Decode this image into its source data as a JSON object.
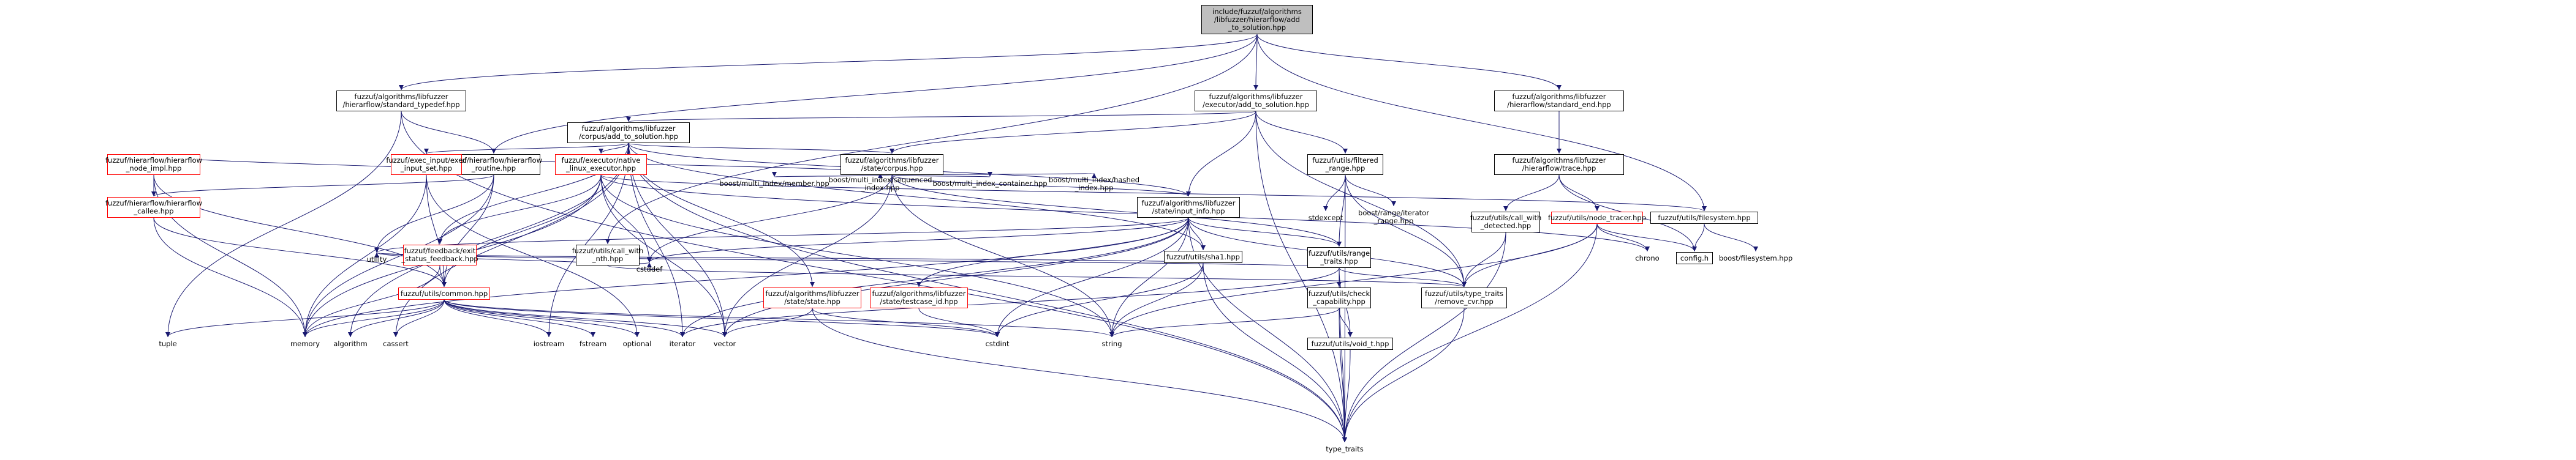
{
  "colors": {
    "edge": "#191970",
    "edge_gray": "#808080",
    "root_fill": "#bfbfbf",
    "external_border": "#ff0000"
  },
  "nodes": [
    {
      "id": "root",
      "kind": "root",
      "lines": [
        "include/fuzzuf/algorithms",
        "/libfuzzer/hierarflow/add",
        "_to_solution.hpp"
      ]
    },
    {
      "id": "std_typedef",
      "kind": "boxed",
      "lines": [
        "fuzzuf/algorithms/libfuzzer",
        "/hierarflow/standard_typedef.hpp"
      ]
    },
    {
      "id": "hf_routine",
      "kind": "boxed",
      "lines": [
        "fuzzuf/hierarflow/hierarflow",
        "_routine.hpp"
      ]
    },
    {
      "id": "exec_add",
      "kind": "boxed",
      "lines": [
        "fuzzuf/algorithms/libfuzzer",
        "/executor/add_to_solution.hpp"
      ]
    },
    {
      "id": "corpus_add",
      "kind": "boxed",
      "lines": [
        "fuzzuf/algorithms/libfuzzer",
        "/corpus/add_to_solution.hpp"
      ]
    },
    {
      "id": "std_end",
      "kind": "boxed",
      "lines": [
        "fuzzuf/algorithms/libfuzzer",
        "/hierarflow/standard_end.hpp"
      ]
    },
    {
      "id": "filesystem",
      "kind": "boxed",
      "lines": [
        "fuzzuf/utils/filesystem.hpp"
      ]
    },
    {
      "id": "state_corpus",
      "kind": "boxed",
      "lines": [
        "fuzzuf/algorithms/libfuzzer",
        "/state/corpus.hpp"
      ]
    },
    {
      "id": "filtered_range",
      "kind": "boxed",
      "lines": [
        "fuzzuf/utils/filtered",
        "_range.hpp"
      ]
    },
    {
      "id": "hf_trace",
      "kind": "boxed",
      "lines": [
        "fuzzuf/algorithms/libfuzzer",
        "/hierarflow/trace.hpp"
      ]
    },
    {
      "id": "node_impl",
      "kind": "red",
      "lines": [
        "fuzzuf/hierarflow/hierarflow",
        "_node_impl.hpp"
      ]
    },
    {
      "id": "hf_callee",
      "kind": "red",
      "lines": [
        "fuzzuf/hierarflow/hierarflow",
        "_callee.hpp"
      ]
    },
    {
      "id": "exec_input_set",
      "kind": "red",
      "lines": [
        "fuzzuf/exec_input/exec",
        "_input_set.hpp"
      ]
    },
    {
      "id": "native_exec",
      "kind": "red",
      "lines": [
        "fuzzuf/executor/native",
        "_linux_executor.hpp"
      ]
    },
    {
      "id": "bmi_member",
      "kind": "plain",
      "lines": [
        "boost/multi_index/member.hpp"
      ]
    },
    {
      "id": "bmi_sequenced",
      "kind": "plain",
      "lines": [
        "boost/multi_index/sequenced",
        "_index.hpp"
      ]
    },
    {
      "id": "bmi_container",
      "kind": "plain",
      "lines": [
        "boost/multi_index_container.hpp"
      ]
    },
    {
      "id": "bmi_hashed",
      "kind": "plain",
      "lines": [
        "boost/multi_index/hashed",
        "_index.hpp"
      ]
    },
    {
      "id": "input_info",
      "kind": "boxed",
      "lines": [
        "fuzzuf/algorithms/libfuzzer",
        "/state/input_info.hpp"
      ]
    },
    {
      "id": "stdexcept",
      "kind": "plain",
      "lines": [
        "stdexcept"
      ]
    },
    {
      "id": "iterator_range",
      "kind": "plain",
      "lines": [
        "boost/range/iterator",
        "_range.hpp"
      ]
    },
    {
      "id": "call_with_detected",
      "kind": "boxed",
      "lines": [
        "fuzzuf/utils/call_with",
        "_detected.hpp"
      ]
    },
    {
      "id": "node_tracer",
      "kind": "red",
      "lines": [
        "fuzzuf/utils/node_tracer.hpp"
      ]
    },
    {
      "id": "exit_status",
      "kind": "red",
      "lines": [
        "fuzzuf/feedback/exit",
        "_status_feedback.hpp"
      ]
    },
    {
      "id": "call_with_nth",
      "kind": "boxed",
      "lines": [
        "fuzzuf/utils/call_with",
        "_nth.hpp"
      ]
    },
    {
      "id": "sha1",
      "kind": "boxed",
      "lines": [
        "fuzzuf/utils/sha1.hpp"
      ]
    },
    {
      "id": "range_traits",
      "kind": "boxed",
      "lines": [
        "fuzzuf/utils/range",
        "_traits.hpp"
      ]
    },
    {
      "id": "chrono",
      "kind": "plain",
      "lines": [
        "chrono"
      ]
    },
    {
      "id": "config",
      "kind": "boxed",
      "lines": [
        "config.h"
      ]
    },
    {
      "id": "boost_filesystem",
      "kind": "plain",
      "lines": [
        "boost/filesystem.hpp"
      ]
    },
    {
      "id": "common",
      "kind": "red",
      "lines": [
        "fuzzuf/utils/common.hpp"
      ]
    },
    {
      "id": "state_state",
      "kind": "red",
      "lines": [
        "fuzzuf/algorithms/libfuzzer",
        "/state/state.hpp"
      ]
    },
    {
      "id": "testcase_id",
      "kind": "red",
      "lines": [
        "fuzzuf/algorithms/libfuzzer",
        "/state/testcase_id.hpp"
      ]
    },
    {
      "id": "check_capability",
      "kind": "boxed",
      "lines": [
        "fuzzuf/utils/check",
        "_capability.hpp"
      ]
    },
    {
      "id": "type_traits_remove",
      "kind": "boxed",
      "lines": [
        "fuzzuf/utils/type_traits",
        "/remove_cvr.hpp"
      ]
    },
    {
      "id": "utility",
      "kind": "plain",
      "lines": [
        "utility"
      ]
    },
    {
      "id": "cstddef",
      "kind": "plain",
      "lines": [
        "cstddef"
      ]
    },
    {
      "id": "tuple",
      "kind": "plain",
      "lines": [
        "tuple"
      ]
    },
    {
      "id": "memory",
      "kind": "plain",
      "lines": [
        "memory"
      ]
    },
    {
      "id": "algorithm",
      "kind": "plain",
      "lines": [
        "algorithm"
      ]
    },
    {
      "id": "cassert",
      "kind": "plain",
      "lines": [
        "cassert"
      ]
    },
    {
      "id": "iostream",
      "kind": "plain",
      "lines": [
        "iostream"
      ]
    },
    {
      "id": "fstream",
      "kind": "plain",
      "lines": [
        "fstream"
      ]
    },
    {
      "id": "optional",
      "kind": "plain",
      "lines": [
        "optional"
      ]
    },
    {
      "id": "iterator",
      "kind": "plain",
      "lines": [
        "iterator"
      ]
    },
    {
      "id": "vector",
      "kind": "plain",
      "lines": [
        "vector"
      ]
    },
    {
      "id": "cstdint",
      "kind": "plain",
      "lines": [
        "cstdint"
      ]
    },
    {
      "id": "string",
      "kind": "plain",
      "lines": [
        "string"
      ]
    },
    {
      "id": "void_t",
      "kind": "boxed",
      "lines": [
        "fuzzuf/utils/void_t.hpp"
      ]
    },
    {
      "id": "type_traits",
      "kind": "plain",
      "lines": [
        "type_traits"
      ]
    }
  ],
  "edges": [
    [
      "root",
      "std_typedef"
    ],
    [
      "root",
      "hf_routine"
    ],
    [
      "root",
      "exec_add"
    ],
    [
      "root",
      "std_end"
    ],
    [
      "root",
      "filesystem"
    ],
    [
      "root",
      "call_with_nth"
    ],
    [
      "std_typedef",
      "hf_routine"
    ],
    [
      "std_typedef",
      "tuple"
    ],
    [
      "std_typedef",
      "type_traits"
    ],
    [
      "hf_routine",
      "node_impl"
    ],
    [
      "hf_routine",
      "hf_callee"
    ],
    [
      "hf_routine",
      "common"
    ],
    [
      "hf_routine",
      "utility"
    ],
    [
      "hf_routine",
      "memory"
    ],
    [
      "node_impl",
      "hf_callee"
    ],
    [
      "node_impl",
      "common"
    ],
    [
      "node_impl",
      "memory"
    ],
    [
      "hf_callee",
      "common"
    ],
    [
      "hf_callee",
      "memory"
    ],
    [
      "exec_add",
      "corpus_add"
    ],
    [
      "exec_add",
      "state_corpus"
    ],
    [
      "exec_add",
      "input_info"
    ],
    [
      "exec_add",
      "filtered_range"
    ],
    [
      "exec_add",
      "type_traits_remove"
    ],
    [
      "exec_add",
      "type_traits"
    ],
    [
      "corpus_add",
      "state_corpus"
    ],
    [
      "corpus_add",
      "exec_input_set"
    ],
    [
      "corpus_add",
      "native_exec"
    ],
    [
      "corpus_add",
      "exit_status"
    ],
    [
      "corpus_add",
      "input_info"
    ],
    [
      "corpus_add",
      "state_state"
    ],
    [
      "corpus_add",
      "algorithm"
    ],
    [
      "corpus_add",
      "cassert"
    ],
    [
      "corpus_add",
      "iostream"
    ],
    [
      "corpus_add",
      "iterator"
    ],
    [
      "corpus_add",
      "vector"
    ],
    [
      "corpus_add",
      "type_traits"
    ],
    [
      "corpus_add",
      "sha1"
    ],
    [
      "state_corpus",
      "exec_input_set"
    ],
    [
      "state_corpus",
      "input_info"
    ],
    [
      "state_corpus",
      "bmi_member"
    ],
    [
      "state_corpus",
      "bmi_sequenced"
    ],
    [
      "state_corpus",
      "bmi_container"
    ],
    [
      "state_corpus",
      "bmi_hashed"
    ],
    [
      "state_corpus",
      "range_traits"
    ],
    [
      "state_corpus",
      "cstddef"
    ],
    [
      "state_corpus",
      "vector"
    ],
    [
      "state_corpus",
      "string"
    ],
    [
      "exec_input_set",
      "common"
    ],
    [
      "exec_input_set",
      "memory"
    ],
    [
      "exec_input_set",
      "optional"
    ],
    [
      "native_exec",
      "exit_status"
    ],
    [
      "native_exec",
      "common"
    ],
    [
      "native_exec",
      "memory"
    ],
    [
      "native_exec",
      "vector"
    ],
    [
      "native_exec",
      "string"
    ],
    [
      "native_exec",
      "cstddef"
    ],
    [
      "native_exec",
      "filesystem"
    ],
    [
      "native_exec",
      "chrono"
    ],
    [
      "exit_status",
      "common"
    ],
    [
      "exit_status",
      "memory"
    ],
    [
      "input_info",
      "sha1"
    ],
    [
      "input_info",
      "range_traits"
    ],
    [
      "input_info",
      "testcase_id"
    ],
    [
      "input_info",
      "type_traits_remove"
    ],
    [
      "input_info",
      "cstddef"
    ],
    [
      "input_info",
      "cstdint"
    ],
    [
      "input_info",
      "string"
    ],
    [
      "input_info",
      "vector"
    ],
    [
      "input_info",
      "utility"
    ],
    [
      "input_info",
      "memory"
    ],
    [
      "input_info",
      "type_traits"
    ],
    [
      "input_info",
      "iterator"
    ],
    [
      "filtered_range",
      "range_traits"
    ],
    [
      "filtered_range",
      "stdexcept"
    ],
    [
      "filtered_range",
      "iterator_range"
    ],
    [
      "filtered_range",
      "type_traits_remove"
    ],
    [
      "filtered_range",
      "type_traits"
    ],
    [
      "std_end",
      "hf_trace"
    ],
    [
      "hf_trace",
      "call_with_detected"
    ],
    [
      "hf_trace",
      "node_tracer"
    ],
    [
      "hf_trace",
      "config"
    ],
    [
      "call_with_detected",
      "type_traits_remove"
    ],
    [
      "call_with_detected",
      "type_traits"
    ],
    [
      "node_tracer",
      "type_traits_remove"
    ],
    [
      "node_tracer",
      "chrono"
    ],
    [
      "node_tracer",
      "config"
    ],
    [
      "node_tracer",
      "string"
    ],
    [
      "node_tracer",
      "type_traits"
    ],
    [
      "filesystem",
      "config"
    ],
    [
      "filesystem",
      "boost_filesystem"
    ],
    [
      "call_with_nth",
      "type_traits_remove"
    ],
    [
      "call_with_nth",
      "utility"
    ],
    [
      "call_with_nth",
      "cstddef"
    ],
    [
      "sha1",
      "string"
    ],
    [
      "sha1",
      "cstdint"
    ],
    [
      "sha1",
      "type_traits"
    ],
    [
      "sha1",
      "utility"
    ],
    [
      "range_traits",
      "check_capability"
    ],
    [
      "range_traits",
      "void_t"
    ],
    [
      "range_traits",
      "type_traits_remove"
    ],
    [
      "range_traits",
      "iterator"
    ],
    [
      "range_traits",
      "utility"
    ],
    [
      "range_traits",
      "type_traits"
    ],
    [
      "check_capability",
      "void_t"
    ],
    [
      "check_capability",
      "type_traits"
    ],
    [
      "check_capability",
      "string"
    ],
    [
      "void_t",
      "type_traits"
    ],
    [
      "type_traits_remove",
      "type_traits"
    ],
    [
      "common",
      "tuple"
    ],
    [
      "common",
      "memory"
    ],
    [
      "common",
      "algorithm"
    ],
    [
      "common",
      "cassert"
    ],
    [
      "common",
      "iostream"
    ],
    [
      "common",
      "fstream"
    ],
    [
      "common",
      "optional"
    ],
    [
      "common",
      "iterator"
    ],
    [
      "common",
      "vector"
    ],
    [
      "common",
      "cstdint"
    ],
    [
      "common",
      "string"
    ],
    [
      "state_state",
      "cstdint"
    ],
    [
      "state_state",
      "vector"
    ],
    [
      "state_state",
      "type_traits"
    ],
    [
      "testcase_id",
      "cstdint"
    ]
  ]
}
